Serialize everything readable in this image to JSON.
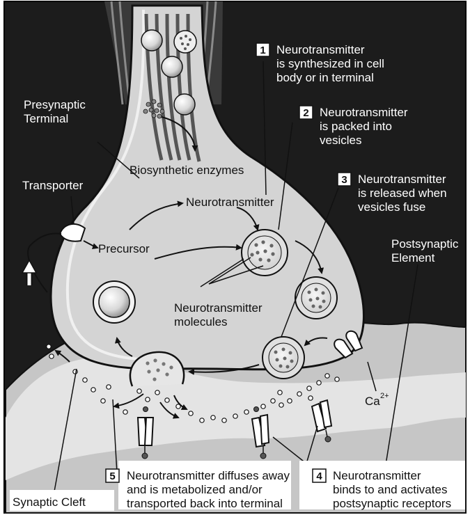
{
  "labels": {
    "presynaptic_terminal": [
      "Presynaptic",
      "Terminal"
    ],
    "transporter": "Transporter",
    "biosynthetic_enzymes": "Biosynthetic enzymes",
    "neurotransmitter": "Neurotransmitter",
    "precursor": "Precursor",
    "nt_molecules": [
      "Neurotransmitter",
      "molecules"
    ],
    "postsynaptic_element": [
      "Postsynaptic",
      "Element"
    ],
    "calcium": "Ca",
    "calcium_charge": "2+",
    "synaptic_cleft": "Synaptic Cleft"
  },
  "steps": [
    {
      "number": "1",
      "lines": [
        "Neurotransmitter",
        "is synthesized in cell",
        "body or in terminal"
      ]
    },
    {
      "number": "2",
      "lines": [
        "Neurotransmitter",
        "is packed into",
        "vesicles"
      ]
    },
    {
      "number": "3",
      "lines": [
        "Neurotransmitter",
        "is released when",
        "vesicles fuse"
      ]
    },
    {
      "number": "4",
      "lines": [
        "Neurotransmitter",
        "binds to and activates",
        "postsynaptic receptors"
      ]
    },
    {
      "number": "5",
      "lines": [
        "Neurotransmitter diffuses away",
        "and is metabolized and/or",
        "transported back into terminal"
      ]
    }
  ],
  "colors": {
    "background_dark": "#1c1c1c",
    "terminal_fill": "#d2d2d2",
    "postsynaptic_fill": "#c4c4c4",
    "cleft_fill": "#e6e6e6",
    "vesicle_fill": "#ededed"
  }
}
